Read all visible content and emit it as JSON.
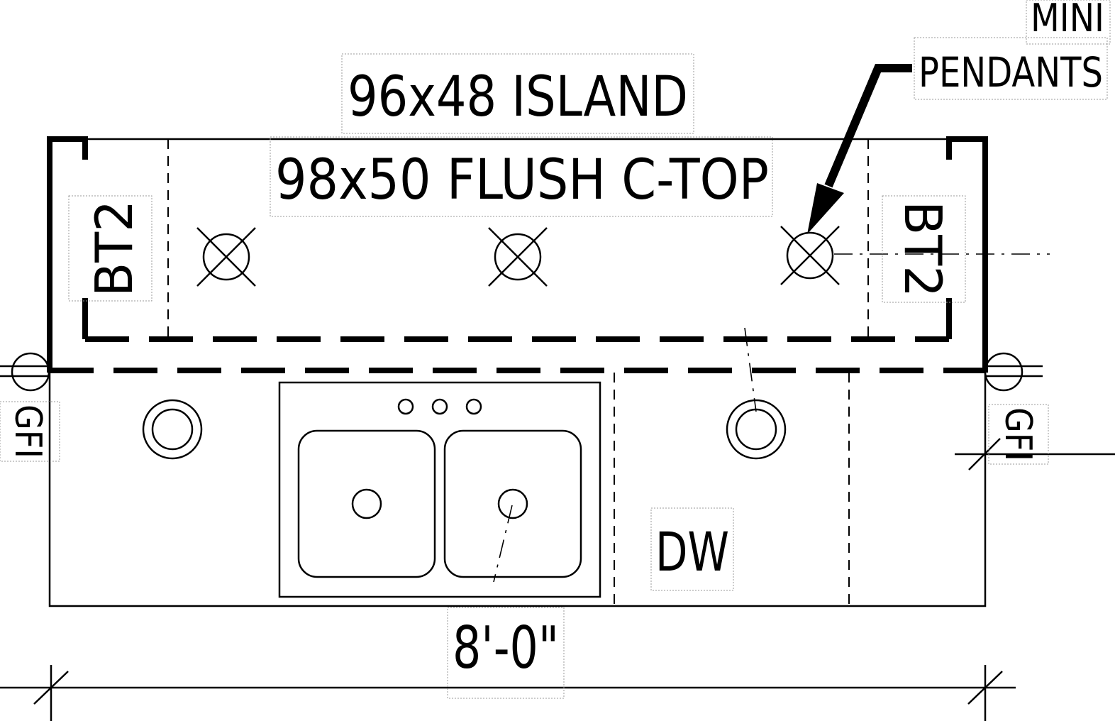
{
  "labels": {
    "island": "96x48 ISLAND",
    "countertop": "98x50 FLUSH C-TOP",
    "pendants_line1": "MINI",
    "pendants_line2": "PENDANTS",
    "bt2_left": "BT2",
    "bt2_right": "BT2",
    "gfi_left": "GFI",
    "gfi_right": "GFI",
    "dishwasher": "DW",
    "dimension": "8'-0\""
  },
  "icons": {
    "pendant_light": "circle-x-icon",
    "recessed_light": "double-circle-icon",
    "outlet": "circle-icon",
    "sink": "double-bowl-sink-icon"
  },
  "colors": {
    "line": "#000000",
    "background": "#ffffff",
    "text_box": "#9a9a9a"
  }
}
